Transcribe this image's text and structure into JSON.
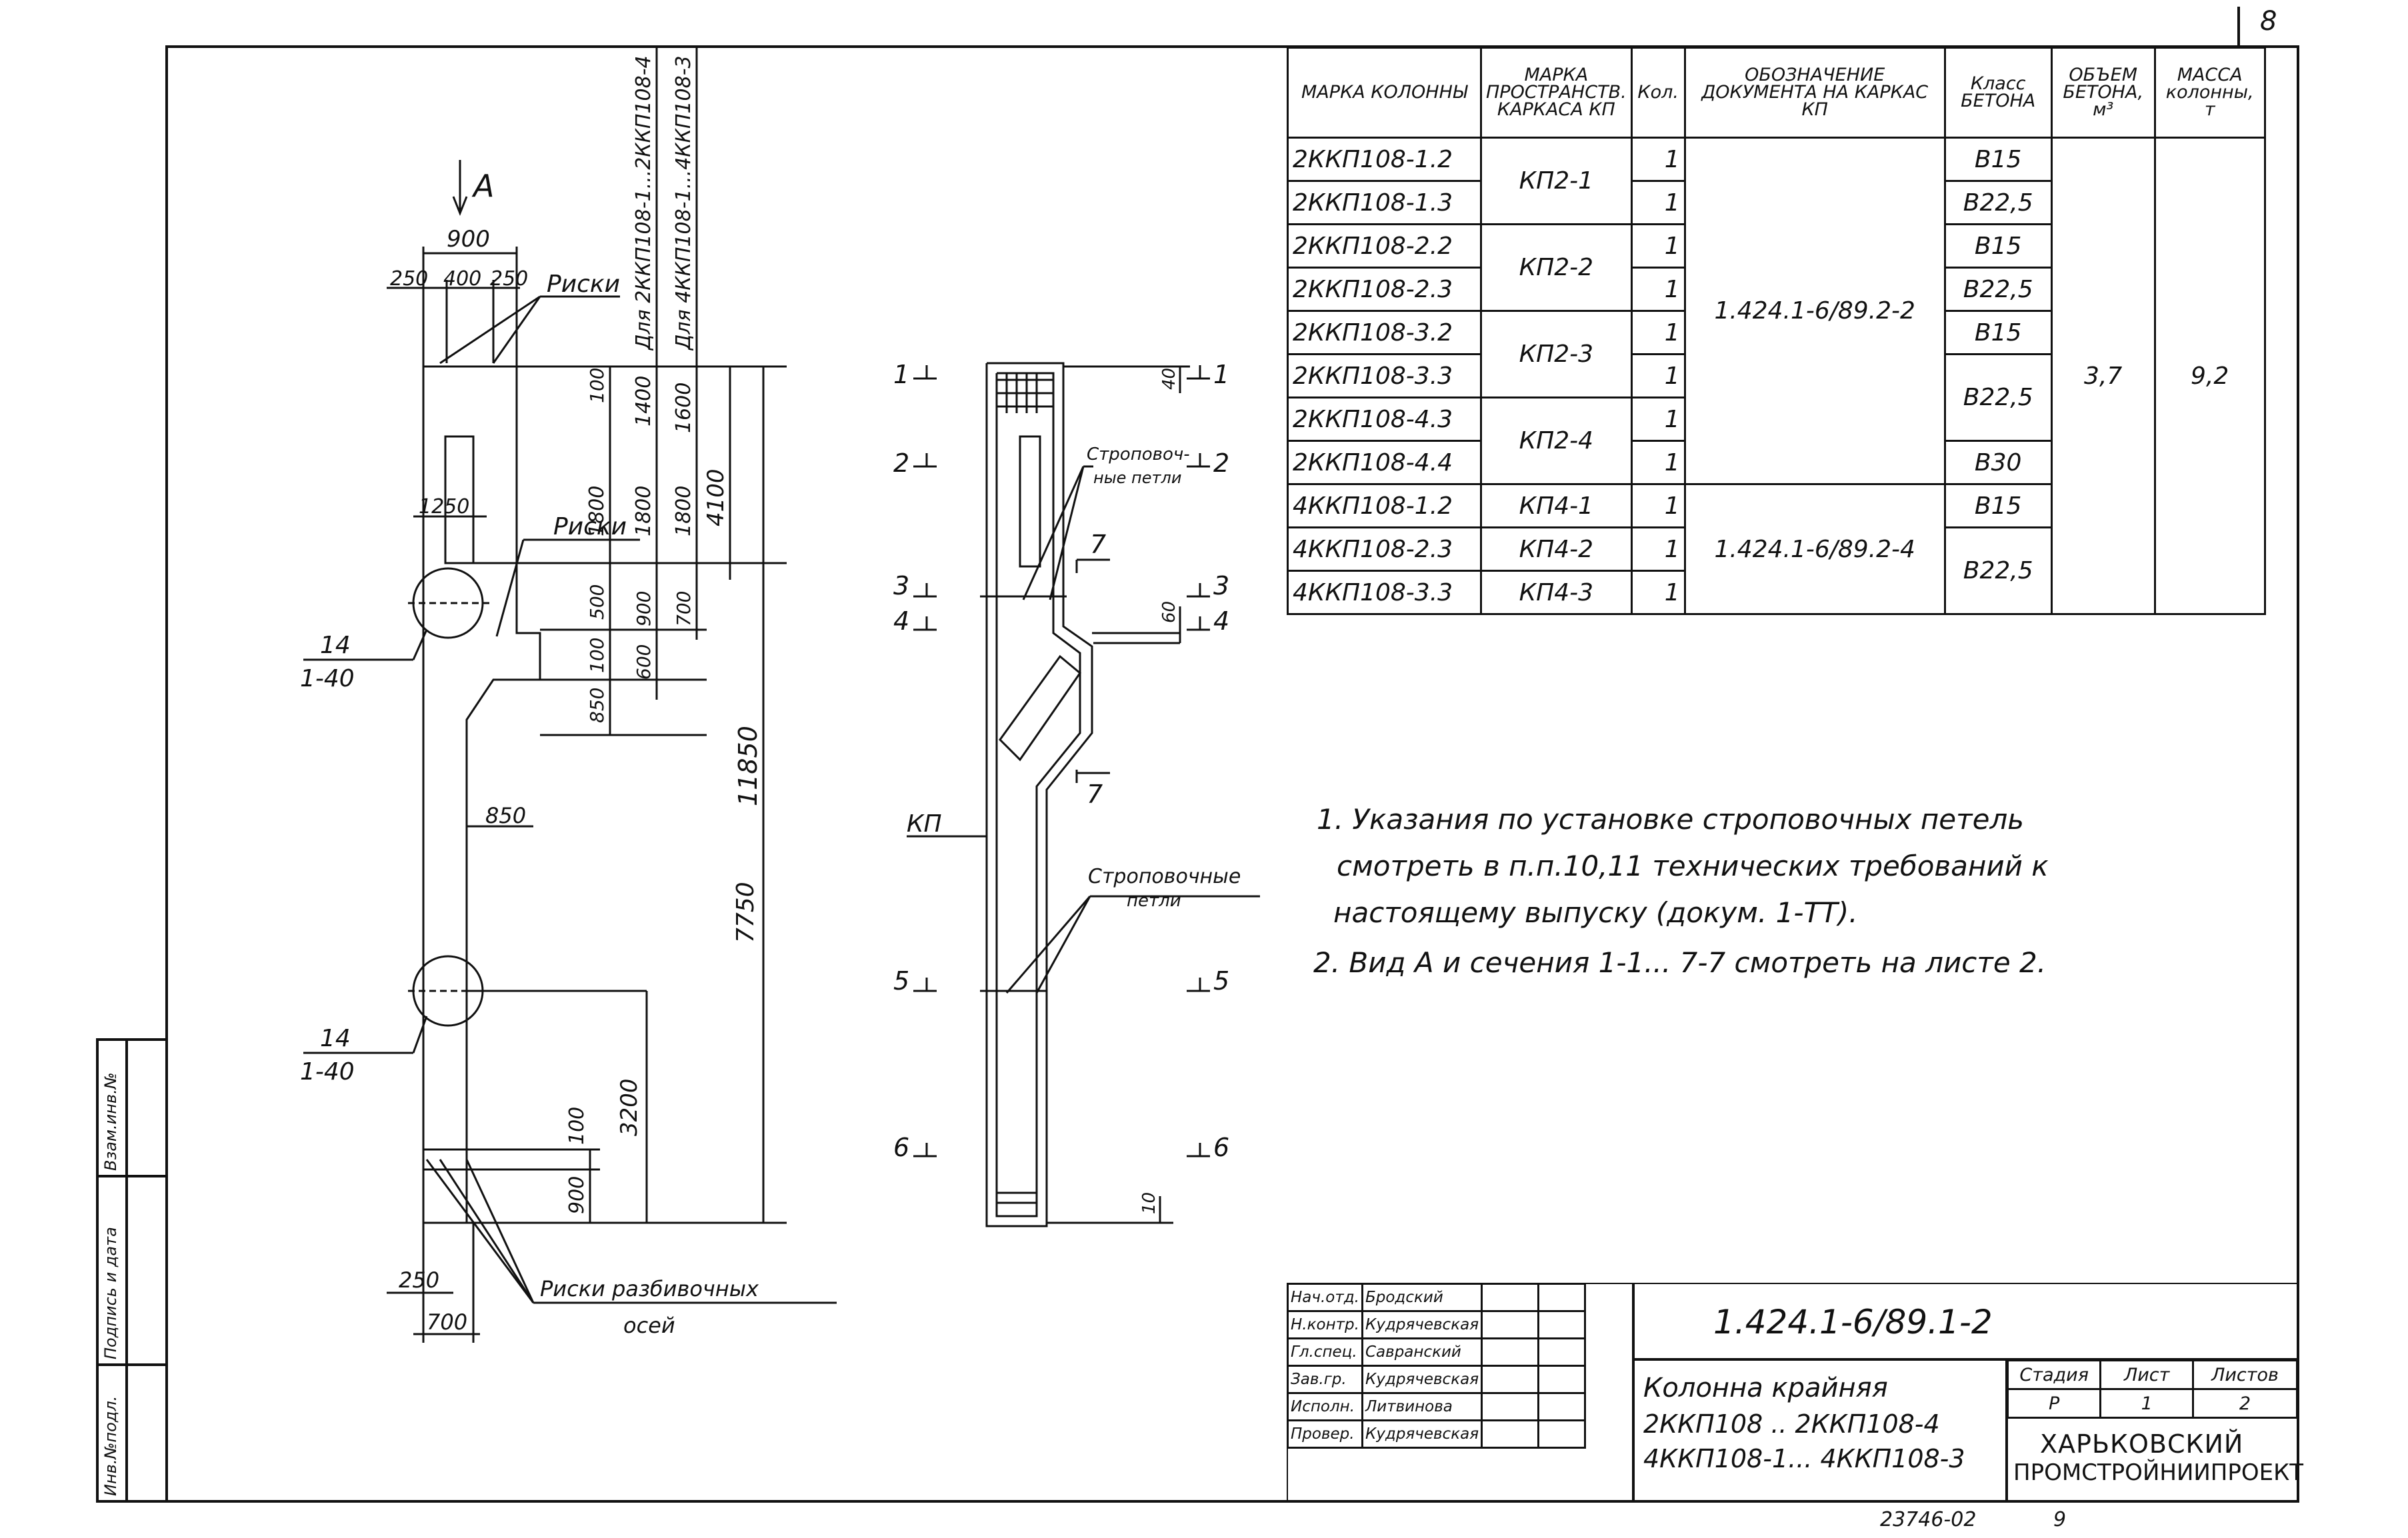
{
  "sheet": {
    "number": "8",
    "stamp": "23746-02",
    "stamp_sheet": "9"
  },
  "side_stamp": {
    "col1": "Инв.№подл.",
    "col2": "Подпись и дата",
    "col3": "Взам.инв.№"
  },
  "drawing_left": {
    "view_label": "А",
    "top_width": "900",
    "top_parts": [
      "250",
      "400",
      "250"
    ],
    "riski_top": "Риски",
    "riski_mid": "Риски",
    "riski_bottom": "Риски разбивочных",
    "riski_bottom_2": "осей",
    "note_for_2kkp": "Для 2ККП108-1...2ККП108-4",
    "note_for_4kkp": "Для 4ККП108-1...4ККП108-3",
    "dim_1250": "1250",
    "dim_850": "850",
    "dim_250_bottom": "250",
    "dim_700_bottom": "700",
    "detail_ref_1_num": "14",
    "detail_ref_1_sheet": "1-40",
    "detail_ref_2_num": "14",
    "detail_ref_2_sheet": "1-40",
    "v_dims_a": [
      "100",
      "1800",
      "500",
      "100",
      "850"
    ],
    "v_dims_b": [
      "1400",
      "1800",
      "900",
      "600"
    ],
    "v_dims_c": [
      "1600",
      "1800",
      "700"
    ],
    "v_dim_4100": "4100",
    "v_dim_11850": "11850",
    "v_dim_7750": "7750",
    "v_dim_3200": "3200",
    "v_dim_100_low": "100",
    "v_dim_900_low": "900"
  },
  "drawing_mid": {
    "sections_left": [
      "1",
      "2",
      "3",
      "4",
      "5",
      "6"
    ],
    "sections_right": [
      "1",
      "2",
      "3",
      "4",
      "5",
      "6"
    ],
    "section_7_top": "7",
    "section_7_bottom": "7",
    "loops_label_top_1": "Строповоч-",
    "loops_label_top_2": "ные петли",
    "loops_label_bottom_1": "Строповочные",
    "loops_label_bottom_2": "петли",
    "kp_label": "КП",
    "dim_40": "40",
    "dim_60": "60",
    "dim_10": "10"
  },
  "spec_table": {
    "headers": [
      "МАРКА КОЛОННЫ",
      "МАРКА ПРОСТРАНСТВ. КАРКАСА КП",
      "Кол.",
      "ОБОЗНАЧЕНИЕ ДОКУМЕНТА НА КАРКАС КП",
      "Класс БЕТОНА",
      "ОБЪЕМ БЕТОНА, м³",
      "МАССА колонны, т"
    ],
    "columns": [
      "2ККП108-1.2",
      "2ККП108-1.3",
      "2ККП108-2.2",
      "2ККП108-2.3",
      "2ККП108-3.2",
      "2ККП108-3.3",
      "2ККП108-4.3",
      "2ККП108-4.4",
      "4ККП108-1.2",
      "4ККП108-2.3",
      "4ККП108-3.3"
    ],
    "frames": [
      "КП2-1",
      "КП2-2",
      "КП2-3",
      "КП2-4",
      "КП4-1",
      "КП4-2",
      "КП4-3"
    ],
    "qty": [
      "1",
      "1",
      "1",
      "1",
      "1",
      "1",
      "1",
      "1",
      "1",
      "1",
      "1"
    ],
    "docs": [
      "1.424.1-6/89.2-2",
      "1.424.1-6/89.2-4"
    ],
    "concrete": [
      "В15",
      "В22,5",
      "В15",
      "В22,5",
      "В15",
      "В22,5",
      "В30",
      "В15",
      "В22,5"
    ],
    "volume": "3,7",
    "mass": "9,2"
  },
  "notes": [
    "1. Указания по установке строповочных петель",
    "смотреть в п.п.10,11 технических требований к",
    "настоящему выпуску (докум. 1-ТТ).",
    "2. Вид А и сечения 1-1... 7-7 смотреть на листе 2."
  ],
  "title_block": {
    "doc_code": "1.424.1-6/89.1-2",
    "staff": [
      {
        "role": "Нач.отд.",
        "name": "Бродский"
      },
      {
        "role": "Н.контр.",
        "name": "Кудрячевская"
      },
      {
        "role": "Гл.спец.",
        "name": "Савранский"
      },
      {
        "role": "Зав.гр.",
        "name": "Кудрячевская"
      },
      {
        "role": "Исполн.",
        "name": "Литвинова"
      },
      {
        "role": "Провер.",
        "name": "Кудрячевская"
      }
    ],
    "name_line1": "Колонна крайняя",
    "name_line2": "2ККП108 .. 2ККП108-4",
    "name_line3": "4ККП108-1... 4ККП108-3",
    "stage_headers": [
      "Стадия",
      "Лист",
      "Листов"
    ],
    "stage_values": [
      "Р",
      "1",
      "2"
    ],
    "org_line1": "ХАРЬКОВСКИЙ",
    "org_line2": "ПРОМСТРОЙНИИПРОЕКТ"
  }
}
